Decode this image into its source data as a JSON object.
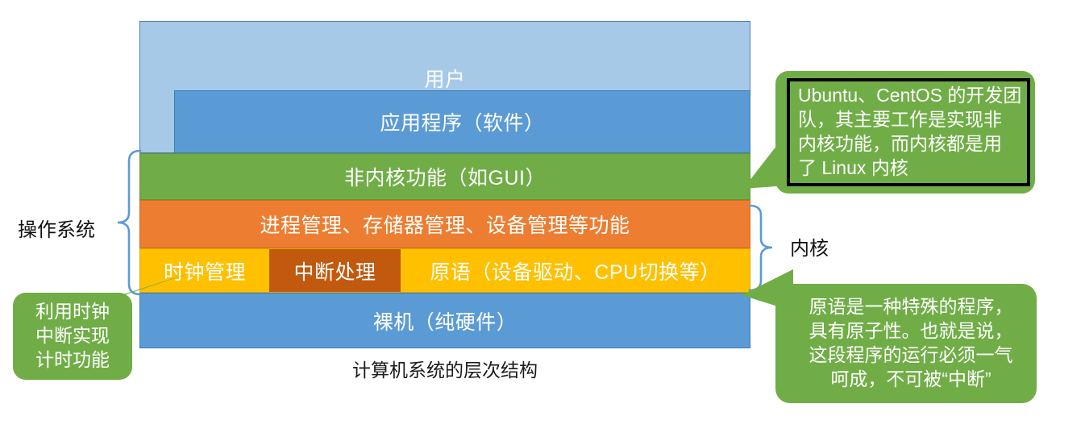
{
  "diagram": {
    "caption": "计算机系统的层次结构",
    "layers": [
      {
        "id": "user",
        "label": "用户",
        "color": "#A6C9E8"
      },
      {
        "id": "app",
        "label": "应用程序（软件）",
        "color": "#5B9BD5"
      },
      {
        "id": "nonkernel",
        "label": "非内核功能（如GUI）",
        "color": "#70AD47"
      },
      {
        "id": "mgmt",
        "label": "进程管理、存储器管理、设备管理等功能",
        "color": "#ED7D31"
      },
      {
        "id": "hardware",
        "label": "裸机（纯硬件）",
        "color": "#5B9BD5"
      }
    ],
    "kernel_row": [
      {
        "id": "clock",
        "label": "时钟管理",
        "color": "#FFC000"
      },
      {
        "id": "interrupt",
        "label": "中断处理",
        "color": "#C1590E"
      },
      {
        "id": "primitive",
        "label": "原语（设备驱动、CPU切换等）",
        "color": "#FFC000"
      }
    ],
    "side_labels": {
      "os": "操作系统",
      "kernel": "内核"
    },
    "brace_color": "#5B9BD5",
    "callouts": [
      {
        "id": "linux",
        "lines": [
          "Ubuntu、CentOS 的开发团",
          "队，其主要工作是实现非",
          "内核功能，而内核都是用",
          "了 Linux 内核"
        ],
        "fill": "#70AD47",
        "border": "#000000"
      },
      {
        "id": "primitive-note",
        "lines": [
          "原语是一种特殊的程序，",
          "具有原子性。也就是说，",
          "这段程序的运行必须一气",
          "呵成，不可被“中断”"
        ],
        "fill": "#70AD47"
      },
      {
        "id": "clock-note",
        "lines": [
          "利用时钟",
          "中断实现",
          "计时功能"
        ],
        "fill": "#70AD47"
      }
    ]
  }
}
